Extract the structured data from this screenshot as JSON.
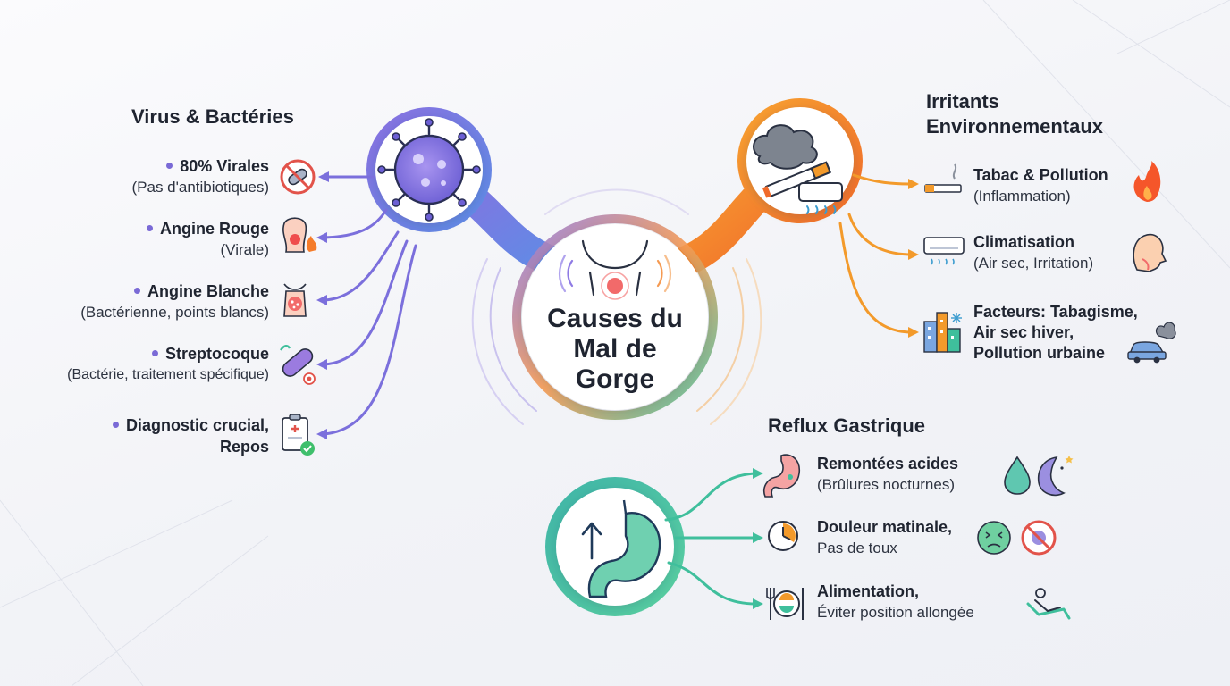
{
  "center": {
    "title_lines": [
      "Causes du",
      "Mal de",
      "Gorge"
    ]
  },
  "virus": {
    "heading": "Virus & Bactéries",
    "items": [
      {
        "label": "80% Virales",
        "sub": "(Pas d'antibiotiques)",
        "icon": "no-pill-icon"
      },
      {
        "label": "Angine Rouge",
        "sub": "(Virale)",
        "icon": "red-throat-icon"
      },
      {
        "label": "Angine Blanche",
        "sub": "(Bactérienne, points blancs)",
        "icon": "white-spots-throat-icon"
      },
      {
        "label": "Streptocoque",
        "sub": "(Bactérie, traitement spécifique)",
        "icon": "bacteria-icon"
      },
      {
        "label": "Diagnostic crucial,",
        "sub": "Repos",
        "icon": "clipboard-check-icon"
      }
    ]
  },
  "irritants": {
    "heading_lines": [
      "Irritants",
      "Environnementaux"
    ],
    "items": [
      {
        "lines": [
          "Tabac & Pollution",
          "(Inflammation)"
        ],
        "icon": "cigarette-icon"
      },
      {
        "lines": [
          "Climatisation",
          "(Air sec, Irritation)"
        ],
        "icon": "air-conditioner-icon"
      },
      {
        "lines": [
          "Facteurs: Tabagisme,",
          "Air sec hiver,",
          "Pollution urbaine"
        ],
        "icon": "city-icon"
      }
    ]
  },
  "reflux": {
    "heading": "Reflux Gastrique",
    "items": [
      {
        "label": "Remontées acides",
        "sub": "(Brûlures nocturnes)",
        "icon": "stomach-icon"
      },
      {
        "label": "Douleur matinale,",
        "sub": "Pas de toux",
        "icon": "clock-icon"
      },
      {
        "label": "Alimentation,",
        "sub": "Éviter position allongée",
        "icon": "plate-icon"
      }
    ]
  },
  "colors": {
    "virus": "#7b6fdc",
    "virus_light": "#6a8ee8",
    "irritants": "#f39a2b",
    "irritants_dark": "#f06a2a",
    "reflux": "#3fbf9c",
    "text": "#1f2430"
  }
}
